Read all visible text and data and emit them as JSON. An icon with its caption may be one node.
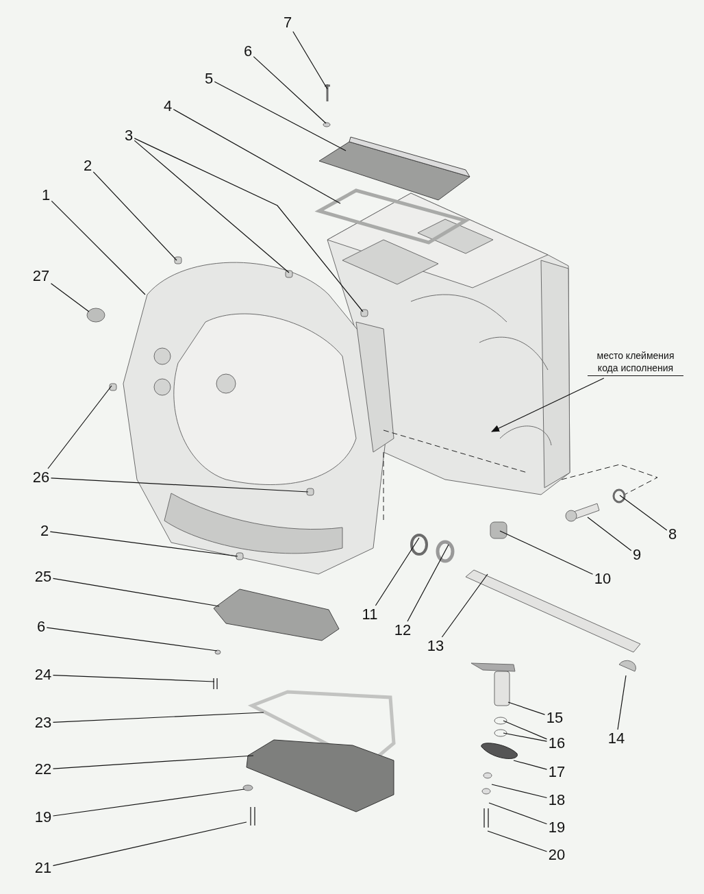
{
  "diagram": {
    "nodes": [
      {
        "text": [
          "7"
        ]
      },
      {
        "text": [
          "6"
        ]
      },
      {
        "text": [
          "5"
        ]
      },
      {
        "text": [
          "4"
        ]
      },
      {
        "text": [
          "3"
        ]
      },
      {
        "text": [
          "2"
        ]
      },
      {
        "text": [
          "1"
        ]
      },
      {
        "text": [
          "27"
        ]
      },
      {
        "text": [
          "место клеймения кода исполнения"
        ]
      },
      {
        "text": [
          "26"
        ]
      },
      {
        "text": [
          "2"
        ]
      },
      {
        "text": [
          "8"
        ]
      },
      {
        "text": [
          "9"
        ]
      },
      {
        "text": [
          "25"
        ]
      },
      {
        "text": [
          "10"
        ]
      },
      {
        "text": [
          "11"
        ]
      },
      {
        "text": [
          "6"
        ]
      },
      {
        "text": [
          "12"
        ]
      },
      {
        "text": [
          "13"
        ]
      },
      {
        "text": [
          "24"
        ]
      },
      {
        "text": [
          "15"
        ]
      },
      {
        "text": [
          "23"
        ]
      },
      {
        "text": [
          "14"
        ]
      },
      {
        "text": [
          "16"
        ]
      },
      {
        "text": [
          "22"
        ]
      },
      {
        "text": [
          "17"
        ]
      },
      {
        "text": [
          "18"
        ]
      },
      {
        "text": [
          "19"
        ]
      },
      {
        "text": [
          "19"
        ]
      },
      {
        "text": [
          "20"
        ]
      },
      {
        "text": [
          "21"
        ]
      }
    ],
    "edges": [
      {
        "from": 0,
        "to": null,
        "arrow": "none"
      },
      {
        "from": 1,
        "to": null,
        "arrow": "none"
      },
      {
        "from": 2,
        "to": null,
        "arrow": "none"
      },
      {
        "from": 3,
        "to": null,
        "arrow": "none"
      },
      {
        "from": 4,
        "to": null,
        "arrow": "none"
      },
      {
        "from": 4,
        "to": null,
        "arrow": "none"
      },
      {
        "from": 5,
        "to": null,
        "arrow": "none"
      },
      {
        "from": 6,
        "to": null,
        "arrow": "none"
      },
      {
        "from": 7,
        "to": null,
        "arrow": "none"
      },
      {
        "from": 8,
        "to": null,
        "arrow": "to"
      },
      {
        "from": 9,
        "to": null,
        "arrow": "none"
      },
      {
        "from": 9,
        "to": null,
        "arrow": "none"
      },
      {
        "from": 10,
        "to": null,
        "arrow": "none"
      },
      {
        "from": 11,
        "to": null,
        "arrow": "none"
      },
      {
        "from": 12,
        "to": null,
        "arrow": "none"
      },
      {
        "from": 13,
        "to": null,
        "arrow": "none"
      },
      {
        "from": 14,
        "to": null,
        "arrow": "none"
      },
      {
        "from": 15,
        "to": null,
        "arrow": "none"
      },
      {
        "from": 16,
        "to": null,
        "arrow": "none"
      },
      {
        "from": 17,
        "to": null,
        "arrow": "none"
      },
      {
        "from": 18,
        "to": null,
        "arrow": "none"
      },
      {
        "from": 19,
        "to": null,
        "arrow": "none"
      },
      {
        "from": 20,
        "to": null,
        "arrow": "none"
      },
      {
        "from": 21,
        "to": null,
        "arrow": "none"
      },
      {
        "from": 22,
        "to": null,
        "arrow": "none"
      },
      {
        "from": 23,
        "to": null,
        "arrow": "none"
      },
      {
        "from": 23,
        "to": null,
        "arrow": "none"
      },
      {
        "from": 24,
        "to": null,
        "arrow": "none"
      },
      {
        "from": 25,
        "to": null,
        "arrow": "none"
      },
      {
        "from": 26,
        "to": null,
        "arrow": "none"
      },
      {
        "from": 27,
        "to": null,
        "arrow": "none"
      },
      {
        "from": 28,
        "to": null,
        "arrow": "none"
      },
      {
        "from": 29,
        "to": null,
        "arrow": "none"
      },
      {
        "from": 30,
        "to": null,
        "arrow": "none"
      }
    ]
  }
}
